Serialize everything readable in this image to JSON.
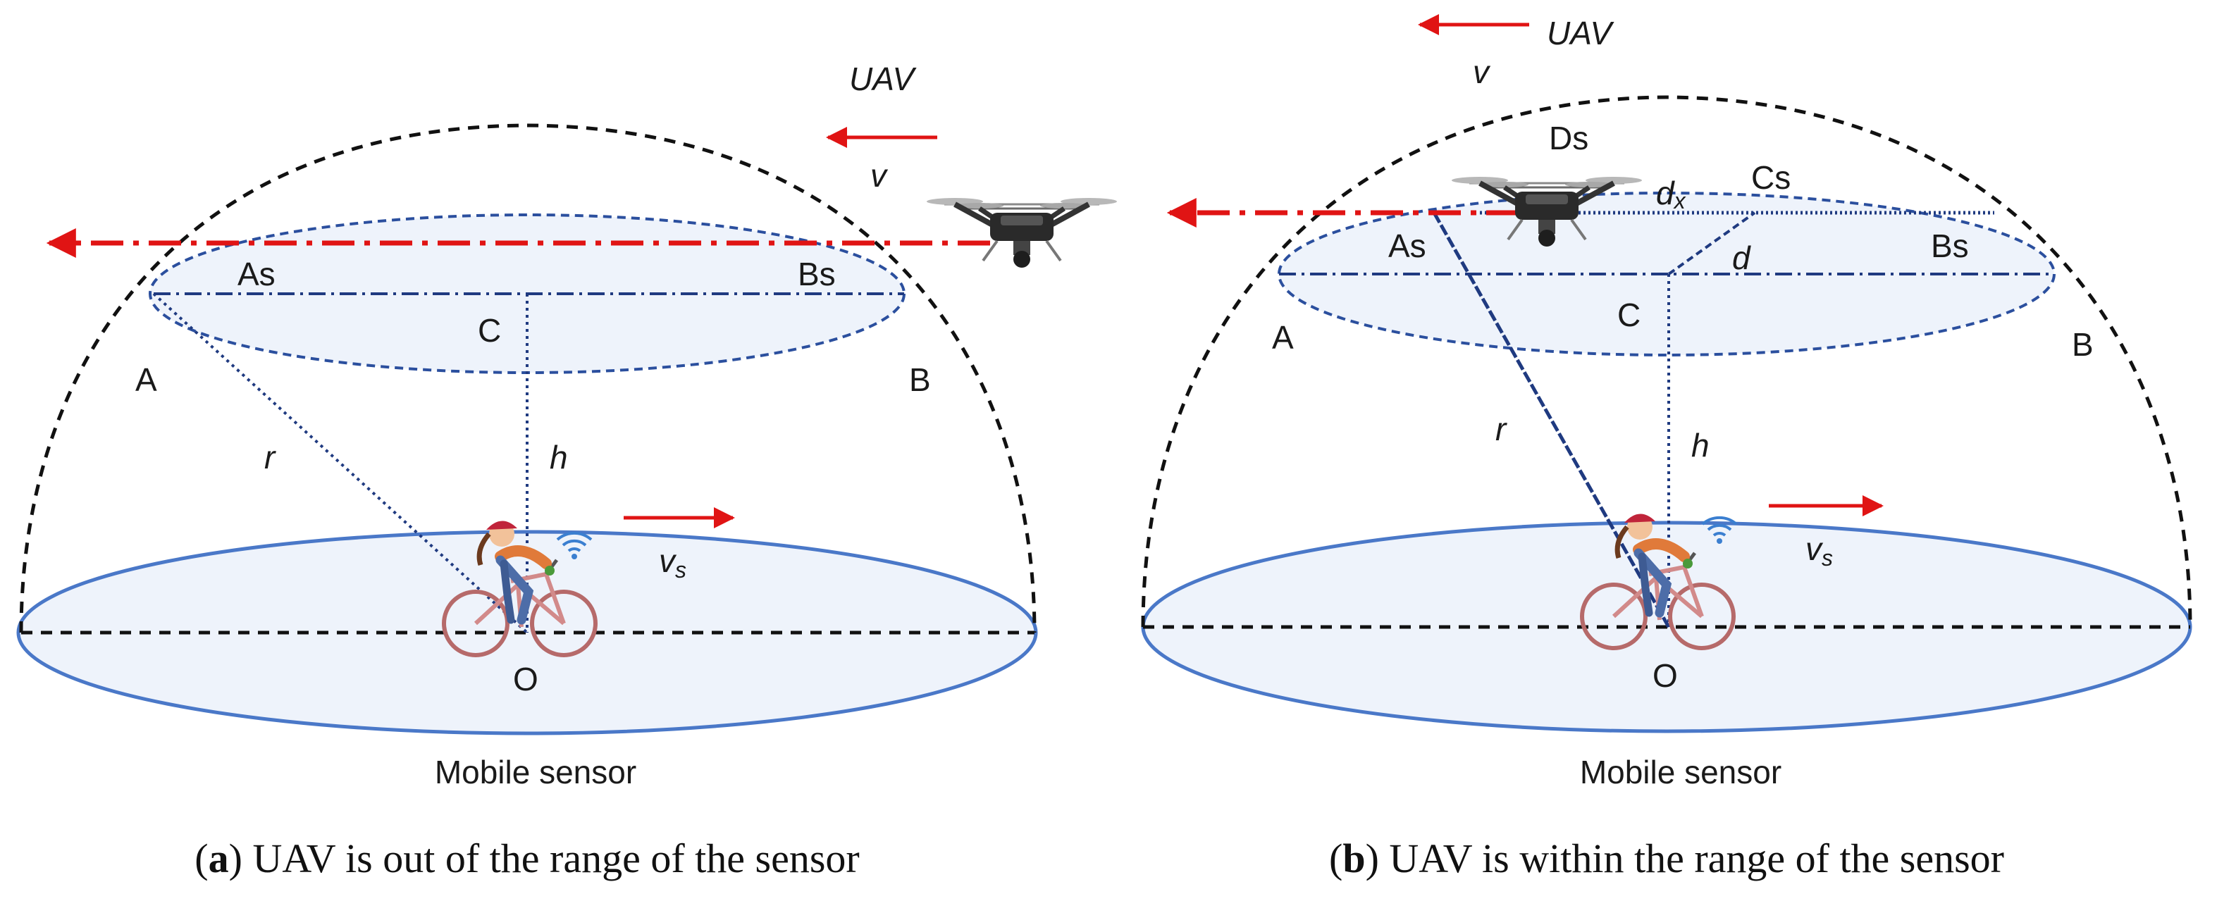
{
  "panels": [
    {
      "id": "a",
      "labels": {
        "uav": "UAV",
        "v": "v",
        "as": "As",
        "bs": "Bs",
        "c": "C",
        "a": "A",
        "b": "B",
        "r": "r",
        "h": "h",
        "vs": "v",
        "vs_sub": "s",
        "o": "O",
        "sensor": "Mobile sensor"
      },
      "caption": {
        "letter": "a",
        "text": "UAV is out of the range of the sensor"
      }
    },
    {
      "id": "b",
      "labels": {
        "uav": "UAV",
        "v": "v",
        "ds": "Ds",
        "cs": "Cs",
        "dx": "d",
        "dx_sub": "x",
        "d": "d",
        "as": "As",
        "bs": "Bs",
        "c": "C",
        "a": "A",
        "b": "B",
        "r": "r",
        "h": "h",
        "vs": "v",
        "vs_sub": "s",
        "o": "O",
        "sensor": "Mobile sensor"
      },
      "caption": {
        "letter": "b",
        "text": "UAV is within the range of the sensor"
      }
    }
  ],
  "colors": {
    "dashed_outline": "#111111",
    "ellipse_fill": "#eef3fb",
    "ground_stroke": "#4a78c8",
    "upper_stroke": "#2b4f9e",
    "path_arrow": "#e01414",
    "guide_line": "#1f3a80"
  },
  "icons": [
    "drone-icon",
    "cyclist-icon",
    "wifi-icon"
  ]
}
